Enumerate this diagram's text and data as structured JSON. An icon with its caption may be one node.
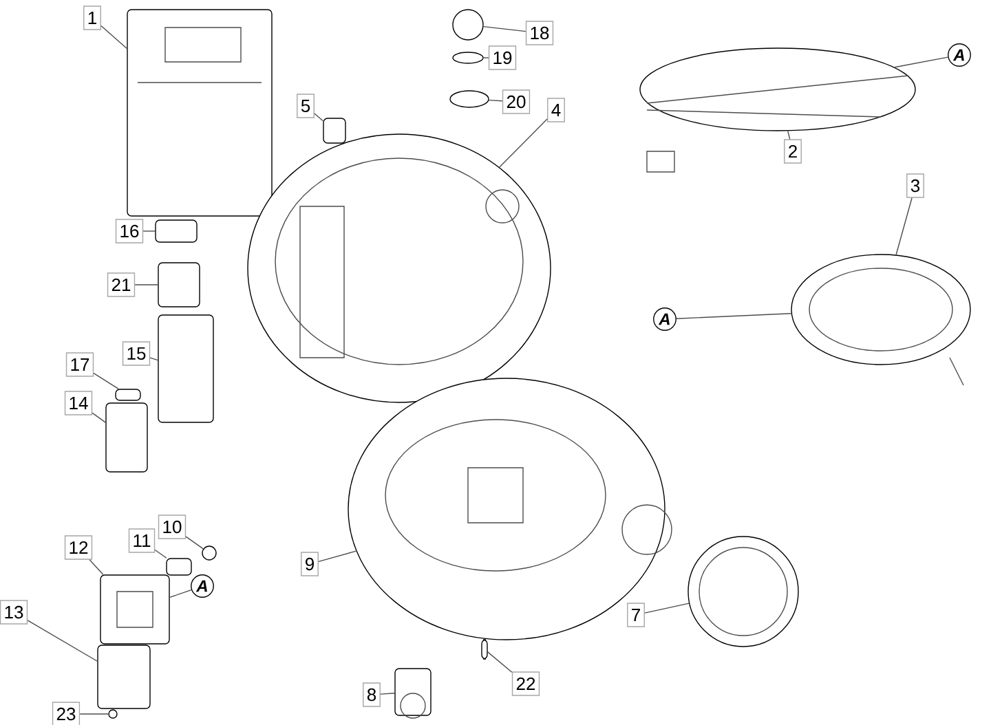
{
  "diagram": {
    "nodes": [
      {
        "text": [
          "1"
        ]
      },
      {
        "text": [],
        "shape": "picture"
      },
      {
        "text": [
          "18"
        ]
      },
      {
        "text": [],
        "shape": "circle"
      },
      {
        "text": [
          "19"
        ]
      },
      {
        "text": [],
        "shape": "circle"
      },
      {
        "text": [
          "20"
        ]
      },
      {
        "text": [],
        "shape": "circle"
      },
      {
        "text": [
          "4"
        ]
      },
      {
        "text": [],
        "shape": "picture"
      },
      {
        "text": [
          "5"
        ]
      },
      {
        "text": [],
        "shape": "box"
      },
      {
        "text": [
          "2"
        ]
      },
      {
        "text": [],
        "shape": "picture"
      },
      {
        "text": [
          "A"
        ]
      },
      {
        "text": [
          "3"
        ]
      },
      {
        "text": [],
        "shape": "picture"
      },
      {
        "text": [
          "A"
        ]
      },
      {
        "text": [
          "16"
        ]
      },
      {
        "text": [],
        "shape": "box"
      },
      {
        "text": [
          "21"
        ]
      },
      {
        "text": [],
        "shape": "box"
      },
      {
        "text": [
          "15"
        ]
      },
      {
        "text": [],
        "shape": "box"
      },
      {
        "text": [
          "17"
        ]
      },
      {
        "text": [],
        "shape": "box"
      },
      {
        "text": [
          "14"
        ]
      },
      {
        "text": [],
        "shape": "box"
      },
      {
        "text": [
          "10"
        ]
      },
      {
        "text": [],
        "shape": "circle"
      },
      {
        "text": [
          "11"
        ]
      },
      {
        "text": [],
        "shape": "box"
      },
      {
        "text": [
          "12"
        ]
      },
      {
        "text": [],
        "shape": "picture"
      },
      {
        "text": [
          "A"
        ]
      },
      {
        "text": [
          "9"
        ]
      },
      {
        "text": [],
        "shape": "picture"
      },
      {
        "text": [
          "7"
        ]
      },
      {
        "text": [],
        "shape": "picture"
      },
      {
        "text": [
          "13"
        ]
      },
      {
        "text": [],
        "shape": "box"
      },
      {
        "text": [
          "8"
        ]
      },
      {
        "text": [],
        "shape": "picture"
      },
      {
        "text": [
          "22"
        ]
      },
      {
        "text": [],
        "shape": "box"
      },
      {
        "text": [
          "23"
        ]
      },
      {
        "text": [],
        "shape": "box"
      }
    ],
    "edges": [
      {
        "from": 0,
        "to": 1,
        "arrow": "none"
      },
      {
        "from": 2,
        "to": 3,
        "arrow": "none"
      },
      {
        "from": 4,
        "to": 5,
        "arrow": "none"
      },
      {
        "from": 6,
        "to": 7,
        "arrow": "none"
      },
      {
        "from": 8,
        "to": 9,
        "arrow": "none"
      },
      {
        "from": 10,
        "to": 11,
        "arrow": "none"
      },
      {
        "from": 12,
        "to": 13,
        "arrow": "none"
      },
      {
        "from": 14,
        "to": 13,
        "arrow": "none"
      },
      {
        "from": 15,
        "to": 16,
        "arrow": "none"
      },
      {
        "from": 17,
        "to": 16,
        "arrow": "none"
      },
      {
        "from": 18,
        "to": 19,
        "arrow": "none"
      },
      {
        "from": 20,
        "to": 21,
        "arrow": "none"
      },
      {
        "from": 22,
        "to": 23,
        "arrow": "none"
      },
      {
        "from": 24,
        "to": 25,
        "arrow": "none"
      },
      {
        "from": 26,
        "to": 27,
        "arrow": "none"
      },
      {
        "from": 28,
        "to": 29,
        "arrow": "none"
      },
      {
        "from": 30,
        "to": 31,
        "arrow": "none"
      },
      {
        "from": 32,
        "to": 33,
        "arrow": "none"
      },
      {
        "from": 34,
        "to": 33,
        "arrow": "none"
      },
      {
        "from": 35,
        "to": 36,
        "arrow": "none"
      },
      {
        "from": 37,
        "to": 38,
        "arrow": "none"
      },
      {
        "from": 39,
        "to": 40,
        "arrow": "none"
      },
      {
        "from": 41,
        "to": 42,
        "arrow": "none"
      },
      {
        "from": 43,
        "to": 44,
        "arrow": "none"
      },
      {
        "from": 45,
        "to": 46,
        "arrow": "none"
      }
    ]
  }
}
